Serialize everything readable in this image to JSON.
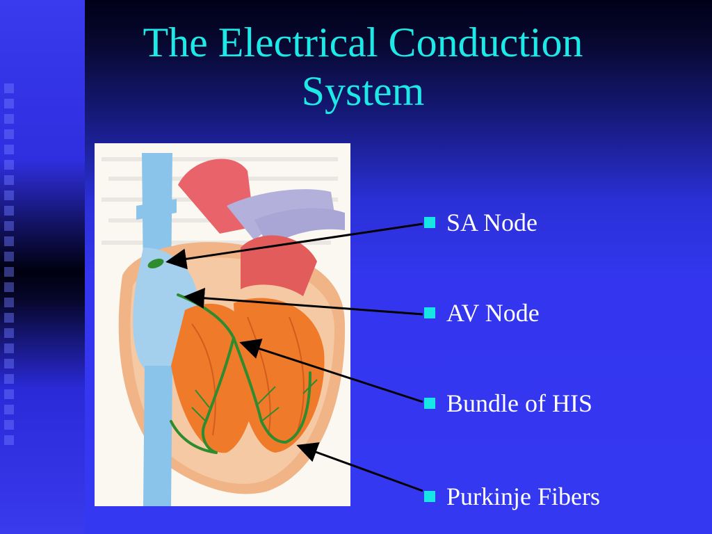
{
  "slide": {
    "title_line1": "The Electrical Conduction",
    "title_line2": "System"
  },
  "labels": [
    {
      "text": "SA Node"
    },
    {
      "text": "AV Node"
    },
    {
      "text": "Bundle of HIS"
    },
    {
      "text": "Purkinje Fibers"
    }
  ],
  "colors": {
    "title": "#1de9e6",
    "bullet": "#18e6e6",
    "label_text": "#ffffff",
    "background": "#3333ee",
    "conduction_pathway": "#2e8b2e"
  }
}
